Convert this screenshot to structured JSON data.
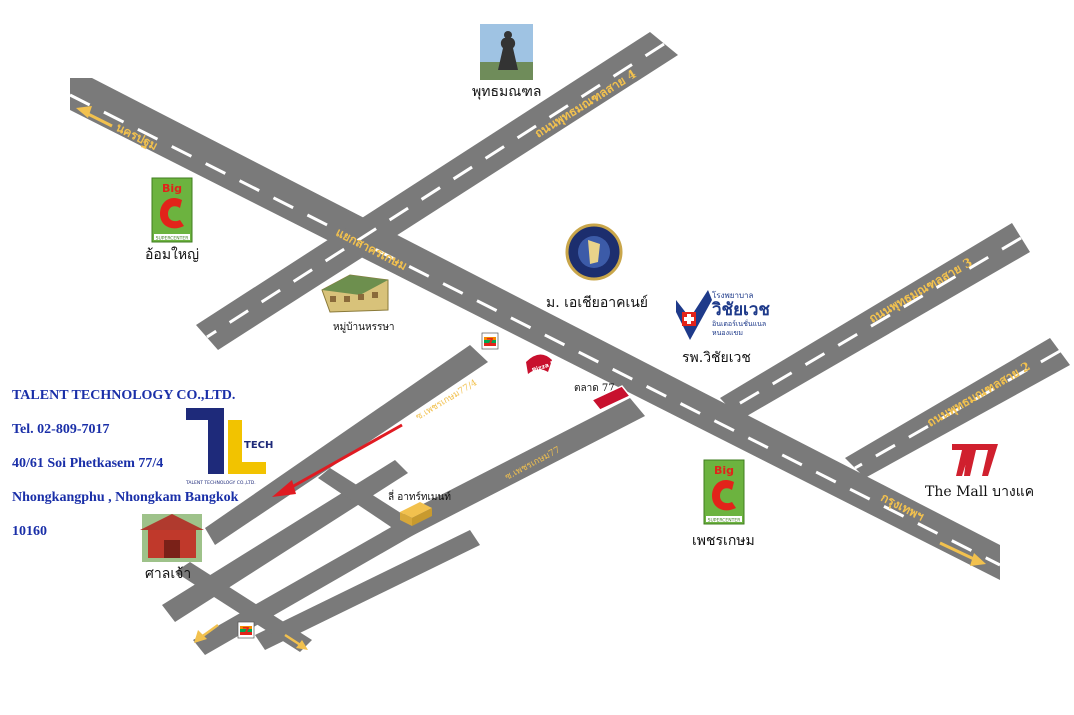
{
  "company": {
    "name": "TALENT  TECHNOLOGY CO.,LTD.",
    "tel": "Tel. 02-809-7017",
    "address1": "40/61 Soi Phetkasem 77/4",
    "address2": "Nhongkangphu , Nhongkam Bangkok",
    "postcode": "10160"
  },
  "logo": {
    "brand": "TECH",
    "subtitle": "TALENT TECHNOLOGY CO.,LTD."
  },
  "roads": {
    "phutthamonthon4": "ถนนพุทธมณฑลสาย 4",
    "phutthamonthon3": "ถนนพุทธมณฑลสาย 3",
    "phutthamonthon2": "ถนนพุทธมณฑลสาย 2",
    "nakhonpathom": "นครปฐม",
    "sakhonkasem": "แยกสาครเกษม",
    "krungthep": "กรุงเทพฯ",
    "soi77_4": "ซ.เพชรเกษม77/4",
    "soi77": "ซ.เพชรเกษม77"
  },
  "places": {
    "phutthamonthon": "พุทธมณฑล",
    "omyai": "อ้อมใหญ่",
    "village": "หมู่บ้านหรรษา",
    "university": "ม. เอเชียอาคเนย์",
    "hospital": "รพ.วิชัยเวช",
    "market": "ตลาด 77",
    "shop": "ลี่ อาทร์ทเมนท์",
    "shrine": "ศาลเจ้า",
    "phetkasem": "เพชรเกษม",
    "mall": "The Mall บางแค"
  },
  "badges": {
    "bigc_top": "Big",
    "bigc_mid": "C",
    "bigc_bottom": "SUPERCENTER",
    "pizza": "Pizza Hut",
    "seven": "7",
    "hospital_top": "โรงพยาบาล",
    "hospital_name": "วิชัยเวช",
    "hospital_sub": "อินเตอร์เนชั่นแนล",
    "hospital_sub2": "หนองแขม"
  },
  "colors": {
    "road": "#7a7a7a",
    "dash": "#ffffff",
    "label": "#f2c14e",
    "info": "#1a2fa8",
    "bigc_green": "#6cb33f",
    "bigc_red": "#e2231a",
    "route": "#e01b22"
  }
}
